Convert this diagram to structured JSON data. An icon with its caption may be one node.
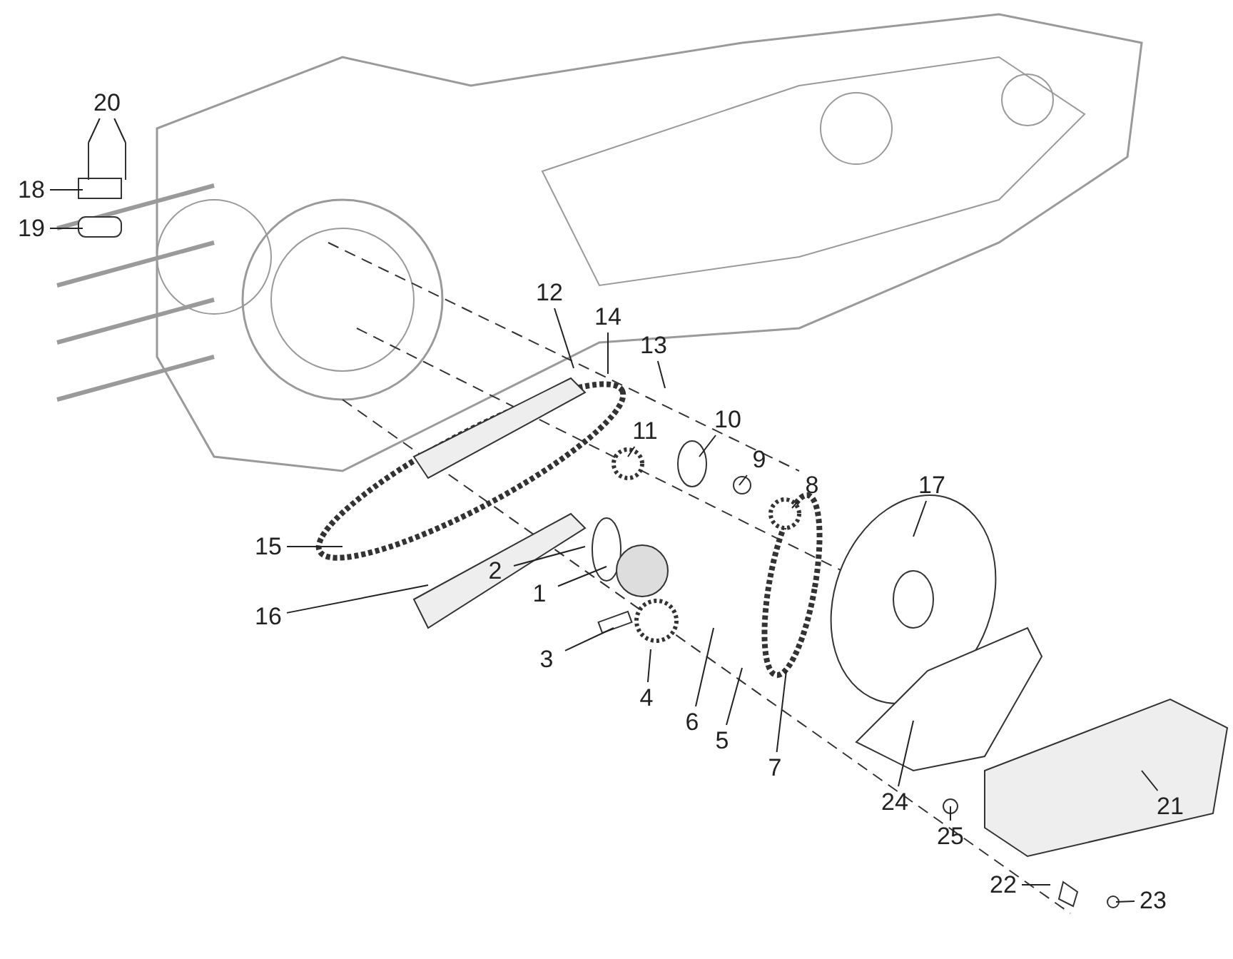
{
  "diagram": {
    "nodes": [
      {
        "text": [
          "20"
        ]
      },
      {
        "text": [
          "18"
        ]
      },
      {
        "text": [
          "19"
        ]
      },
      {
        "text": [
          "12"
        ]
      },
      {
        "text": [
          "14"
        ]
      },
      {
        "text": [
          "13"
        ]
      },
      {
        "text": [
          "11"
        ]
      },
      {
        "text": [
          "10"
        ]
      },
      {
        "text": [
          "9"
        ]
      },
      {
        "text": [
          "8"
        ]
      },
      {
        "text": [
          "17"
        ]
      },
      {
        "text": [
          "15"
        ]
      },
      {
        "text": [
          "2"
        ]
      },
      {
        "text": [
          "16"
        ]
      },
      {
        "text": [
          "1"
        ]
      },
      {
        "text": [
          "3"
        ]
      },
      {
        "text": [
          "4"
        ]
      },
      {
        "text": [
          "6"
        ]
      },
      {
        "text": [
          "5"
        ]
      },
      {
        "text": [
          "7"
        ]
      },
      {
        "text": [
          "24"
        ]
      },
      {
        "text": [
          "21"
        ]
      },
      {
        "text": [
          "25"
        ]
      },
      {
        "text": [
          "22"
        ]
      },
      {
        "text": [
          "23"
        ]
      }
    ],
    "edges": [
      {
        "from": 0,
        "to": null,
        "arrow": "none"
      },
      {
        "from": 0,
        "to": null,
        "arrow": "none"
      },
      {
        "from": 1,
        "to": null,
        "arrow": "none"
      },
      {
        "from": 2,
        "to": null,
        "arrow": "none"
      },
      {
        "from": 3,
        "to": null,
        "arrow": "none"
      },
      {
        "from": 4,
        "to": null,
        "arrow": "none"
      },
      {
        "from": 5,
        "to": null,
        "arrow": "none"
      },
      {
        "from": 6,
        "to": null,
        "arrow": "none"
      },
      {
        "from": 7,
        "to": null,
        "arrow": "none"
      },
      {
        "from": 8,
        "to": null,
        "arrow": "none"
      },
      {
        "from": 9,
        "to": null,
        "arrow": "none"
      },
      {
        "from": 10,
        "to": null,
        "arrow": "none"
      },
      {
        "from": 11,
        "to": null,
        "arrow": "none"
      },
      {
        "from": 12,
        "to": null,
        "arrow": "none"
      },
      {
        "from": 13,
        "to": null,
        "arrow": "none"
      },
      {
        "from": 14,
        "to": null,
        "arrow": "none"
      },
      {
        "from": 15,
        "to": null,
        "arrow": "none"
      },
      {
        "from": 16,
        "to": null,
        "arrow": "none"
      },
      {
        "from": 17,
        "to": null,
        "arrow": "none"
      },
      {
        "from": 18,
        "to": null,
        "arrow": "none"
      },
      {
        "from": 19,
        "to": null,
        "arrow": "none"
      },
      {
        "from": 20,
        "to": null,
        "arrow": "none"
      },
      {
        "from": 21,
        "to": null,
        "arrow": "none"
      },
      {
        "from": 22,
        "to": null,
        "arrow": "none"
      },
      {
        "from": 23,
        "to": null,
        "arrow": "none"
      },
      {
        "from": 24,
        "to": null,
        "arrow": "none"
      }
    ]
  }
}
